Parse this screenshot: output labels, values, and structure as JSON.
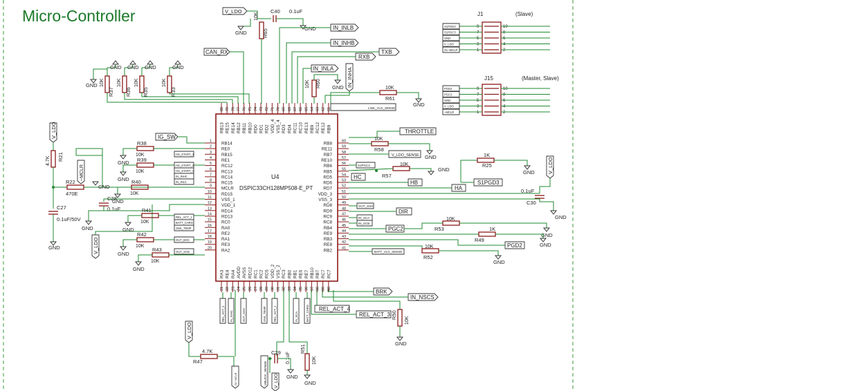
{
  "sheet_title": "Micro-Controller",
  "ic": {
    "ref": "U4",
    "part": "DSPIC33CH128MP508-E_PT"
  },
  "left_pins": [
    {
      "n": "1",
      "name": "RB14"
    },
    {
      "n": "2",
      "name": "RE0"
    },
    {
      "n": "3",
      "name": "RB15"
    },
    {
      "n": "4",
      "name": "RE1"
    },
    {
      "n": "5",
      "name": "RC12"
    },
    {
      "n": "6",
      "name": "RC13"
    },
    {
      "n": "7",
      "name": "RC14"
    },
    {
      "n": "8",
      "name": "RC15"
    },
    {
      "n": "9",
      "name": "MCLR"
    },
    {
      "n": "10",
      "name": "RD15"
    },
    {
      "n": "11",
      "name": "VSS_1"
    },
    {
      "n": "12",
      "name": "VDD_1"
    },
    {
      "n": "13",
      "name": "RD14"
    },
    {
      "n": "14",
      "name": "RD13"
    },
    {
      "n": "15",
      "name": "RC0"
    },
    {
      "n": "16",
      "name": "RA0"
    },
    {
      "n": "17",
      "name": "RE2"
    },
    {
      "n": "18",
      "name": "RA1"
    },
    {
      "n": "19",
      "name": "RE3"
    },
    {
      "n": "20",
      "name": "RA2"
    }
  ],
  "right_pins": [
    {
      "n": "60",
      "name": "RB8"
    },
    {
      "n": "59",
      "name": "RE11"
    },
    {
      "n": "58",
      "name": "RB7"
    },
    {
      "n": "57",
      "name": "RE10"
    },
    {
      "n": "56",
      "name": "RB6"
    },
    {
      "n": "55",
      "name": "RB5"
    },
    {
      "n": "54",
      "name": "RD5"
    },
    {
      "n": "53",
      "name": "RD6"
    },
    {
      "n": "52",
      "name": "RD7"
    },
    {
      "n": "51",
      "name": "VDD_3"
    },
    {
      "n": "50",
      "name": "VSS_3"
    },
    {
      "n": "49",
      "name": "RD8"
    },
    {
      "n": "48",
      "name": "RD9"
    },
    {
      "n": "47",
      "name": "RC9"
    },
    {
      "n": "46",
      "name": "RC8"
    },
    {
      "n": "45",
      "name": "RB4"
    },
    {
      "n": "44",
      "name": "RE9"
    },
    {
      "n": "43",
      "name": "RB3"
    },
    {
      "n": "42",
      "name": "RE8"
    },
    {
      "n": "41",
      "name": "RB2"
    }
  ],
  "top_pins": [
    {
      "n": "80",
      "name": "RB13"
    },
    {
      "n": "79",
      "name": "RE15"
    },
    {
      "n": "78",
      "name": "RE14"
    },
    {
      "n": "77",
      "name": "RB12"
    },
    {
      "n": "76",
      "name": "RB11"
    },
    {
      "n": "75",
      "name": "RB10"
    },
    {
      "n": "74",
      "name": "RD0"
    },
    {
      "n": "73",
      "name": "RD1"
    },
    {
      "n": "72",
      "name": "RD2"
    },
    {
      "n": "71",
      "name": "VDD_4"
    },
    {
      "n": "70",
      "name": "VSS_4"
    },
    {
      "n": "69",
      "name": "RD3"
    },
    {
      "n": "68",
      "name": "RD4"
    },
    {
      "n": "67",
      "name": "RC11"
    },
    {
      "n": "66",
      "name": "RC10"
    },
    {
      "n": "65",
      "name": "RE13"
    },
    {
      "n": "64",
      "name": "RB9"
    },
    {
      "n": "63",
      "name": "RC12"
    },
    {
      "n": "62",
      "name": "RE12"
    },
    {
      "n": "61",
      "name": "RB9"
    }
  ],
  "bottom_pins": [
    {
      "n": "21",
      "name": "RA3"
    },
    {
      "n": "22",
      "name": "RE4"
    },
    {
      "n": "23",
      "name": "RA4"
    },
    {
      "n": "24",
      "name": "AVDD"
    },
    {
      "n": "25",
      "name": "AVSS"
    },
    {
      "n": "26",
      "name": "RD12"
    },
    {
      "n": "27",
      "name": "RC1"
    },
    {
      "n": "28",
      "name": "RC2"
    },
    {
      "n": "29",
      "name": "RC6"
    },
    {
      "n": "30",
      "name": "VDD_2"
    },
    {
      "n": "31",
      "name": "VSS_2"
    },
    {
      "n": "32",
      "name": "RC3"
    },
    {
      "n": "33",
      "name": "RB0"
    },
    {
      "n": "34",
      "name": "RB1"
    },
    {
      "n": "35",
      "name": "RE6"
    },
    {
      "n": "36",
      "name": "RE7"
    },
    {
      "n": "37",
      "name": "RB10"
    },
    {
      "n": "38",
      "name": "RB7"
    },
    {
      "n": "39",
      "name": "RC7"
    },
    {
      "n": "40",
      "name": "RC7"
    }
  ],
  "labels": {
    "v_ldo": "V_LDO",
    "gnd": "GND",
    "can_rx": "CAN_RX",
    "in_inlb": "IN_INLB",
    "in_inhb": "IN_INHB",
    "rxb": "RXB",
    "txb": "TXB",
    "in_inla": "IN_INLA",
    "in_inha": "IN_INHA",
    "ig_sw": "IG_SW",
    "throttle": "THROTTLE",
    "hc": "HC",
    "hb": "HB",
    "ha": "HA",
    "s1pgd3": "S1PGD3",
    "dir": "DIR",
    "pgc2": "PGC2",
    "pgd2": "PGD2",
    "brk": "BRK",
    "in_nscs": "IN_NSCS",
    "rel_act_4": "REL_ACT_4",
    "rel_act_3": "REL_ACT_3",
    "mclr": "~MCLR",
    "link_vlg_sense": "LINK_VLG_SENSE",
    "v_ldo_sense": "V_LDO_SENSE",
    "batt_vlg_sense": "BATT_VLG_SENSE",
    "vbuck_sense": "VBUCK_SENSE",
    "s1pgc3": "S1PGC3",
    "out_ssh": "OUT_SSH",
    "in_sca": "IN_SCA",
    "in_scb": "IN_SCB",
    "batt_chrg": "BATT_CHRG",
    "rel_act_1": "REL_ACT_1",
    "snk_temp": "SNK_TEMP",
    "out_boc": "OUT_BOC",
    "out_scb": "OUT_SCB",
    "hs_start_1": "HS_START_1",
    "hs_start_2": "HS_START_2",
    "hs_start_3": "HS_START_3",
    "in_inhc": "IN_INHC",
    "in_inlc": "IN_INLC"
  },
  "components": {
    "c40": "C40",
    "c40_val": "0.1uF",
    "r65": "R65",
    "r65_val": "10K",
    "r37": "R37",
    "r36": "R36",
    "r35": "R35",
    "r33": "R33",
    "r_val": "10K",
    "r60": "R60",
    "r61": "R61",
    "r38": "R38",
    "r39": "R39",
    "r40": "R40",
    "r41": "R41",
    "r42": "R42",
    "r43": "R43",
    "r21": "R21",
    "r21_val": "4.7K",
    "r22": "R22",
    "r22_val": "470E",
    "c27": "C27",
    "c27_val": "0.1uF/50V",
    "c28": "C28",
    "c28_val": "0.1uF",
    "r58": "R58",
    "r57": "R57",
    "r25": "R25",
    "r25_val": "1K",
    "c30": "C30",
    "c30_val": "0.1uF",
    "r53": "R53",
    "r49": "R49",
    "r49_val": "1K",
    "r52": "R52",
    "r50": "R50",
    "r51": "R51",
    "c29": "C29",
    "c29_val": "0.1uF",
    "r47": "R47",
    "r47_val": "4.7K"
  },
  "j1": {
    "ref": "J1",
    "role": "(Slave)",
    "pins_left": [
      "9",
      "7",
      "5",
      "3",
      "1"
    ],
    "pins_right": [
      "10",
      "8",
      "6",
      "4",
      "2"
    ],
    "nets": [
      "S1PGD3",
      "S1PGC3",
      "GND",
      "V_LDO",
      "S1~MCLR"
    ]
  },
  "j15": {
    "ref": "J15",
    "role": "(Master, Slave)",
    "pins_left": [
      "9",
      "7",
      "5",
      "3",
      "1"
    ],
    "pins_right": [
      "10",
      "8",
      "6",
      "4",
      "2"
    ],
    "nets": [
      "PGD2",
      "PGC2",
      "GND",
      "V_LDO",
      "~MCLR"
    ]
  }
}
